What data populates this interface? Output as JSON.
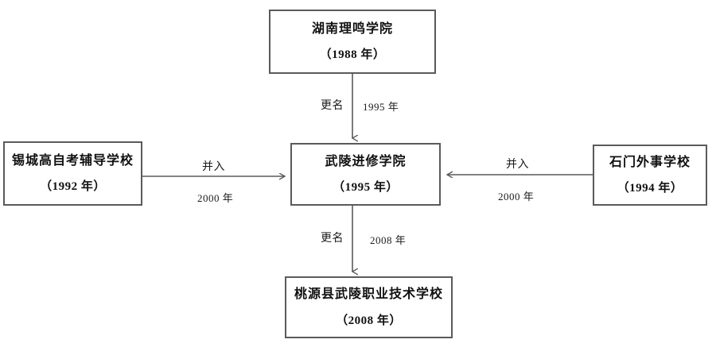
{
  "diagram": {
    "type": "flowchart",
    "title": "",
    "background_color": "#ffffff",
    "box_border_color": "#5a5a5a",
    "line_color": "#5a5a5a",
    "text_color": "#111111",
    "nodes": [
      {
        "id": "top",
        "title": "湖南理鸣学院",
        "year": "（1988 年）"
      },
      {
        "id": "center",
        "title": "武陵进修学院",
        "year": "（1995 年）"
      },
      {
        "id": "left",
        "title": "锡城高自考辅导学校",
        "year": "（1992 年）"
      },
      {
        "id": "right",
        "title": "石门外事学校",
        "year": "（1994 年）"
      },
      {
        "id": "bottom",
        "title": "桃源县武陵职业技术学校",
        "year": "（2008 年）"
      }
    ],
    "edges": [
      {
        "id": "e1",
        "from": "top",
        "to": "center",
        "direction": "down",
        "relation": "更名",
        "year": "1995 年"
      },
      {
        "id": "e2",
        "from": "left",
        "to": "center",
        "direction": "right",
        "relation": "并入",
        "year": "2000 年"
      },
      {
        "id": "e3",
        "from": "right",
        "to": "center",
        "direction": "left",
        "relation": "并入",
        "year": "2000 年"
      },
      {
        "id": "e4",
        "from": "center",
        "to": "bottom",
        "direction": "down",
        "relation": "更名",
        "year": "2008 年"
      }
    ]
  }
}
